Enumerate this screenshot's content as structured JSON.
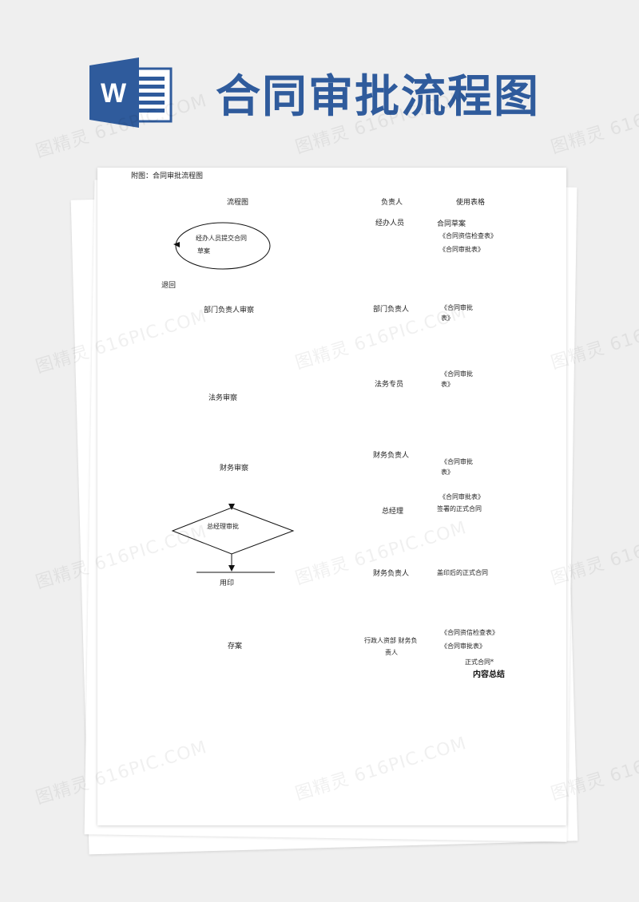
{
  "header": {
    "title": "合同审批流程图",
    "icon": "word-icon",
    "icon_letter": "W",
    "accent_color": "#2f5b9c"
  },
  "document": {
    "caption": "附图：合同审批流程图",
    "columns": {
      "flow": "流程图",
      "owner": "负责人",
      "forms": "使用表格"
    },
    "flow": {
      "start_line1": "经办人员提交合同",
      "start_line2": "草案",
      "return": "退回",
      "dept_review": "部门负责人审察",
      "legal_review": "法务审察",
      "finance_review": "财务审察",
      "gm_approve": "总经理审批",
      "seal": "用印",
      "archive": "存案"
    },
    "rows": [
      {
        "owner": "经办人员",
        "forms": [
          "合同草案",
          "《合同资信检查表》",
          "《合同审批表》"
        ]
      },
      {
        "owner": "部门负责人",
        "forms": [
          "《合同审批",
          "表》"
        ]
      },
      {
        "owner": "法务专员",
        "forms": [
          "《合同审批",
          "表》"
        ]
      },
      {
        "owner": "财务负责人",
        "forms": [
          "《合同审批",
          "表》"
        ]
      },
      {
        "owner": "总经理",
        "forms": [
          "《合同审批表》",
          "签署的正式合同"
        ]
      },
      {
        "owner": "财务负责人",
        "forms": [
          "盖印后的正式合同"
        ]
      },
      {
        "owner_line1": "行政人资部 财务负",
        "owner_line2": "责人",
        "forms": [
          "《合同资信检查表》",
          "《合同审批表》"
        ]
      }
    ],
    "tail_line1": "正式合同*",
    "tail_line2": "内容总结"
  },
  "watermark": "图精灵 616PIC.COM"
}
